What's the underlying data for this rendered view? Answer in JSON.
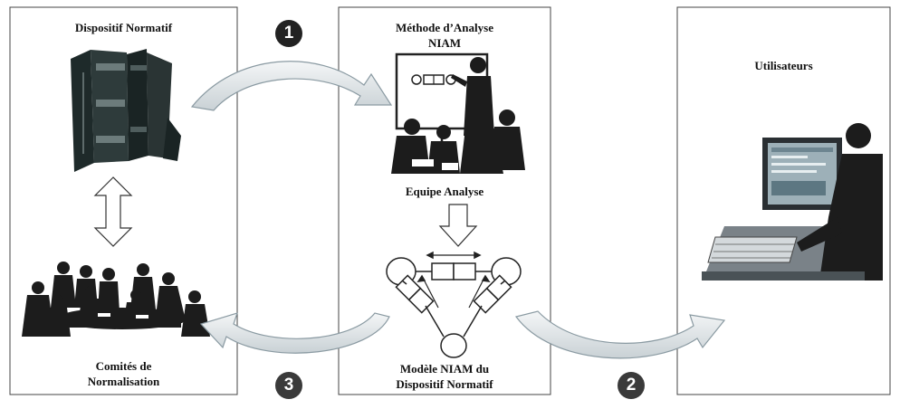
{
  "panels": {
    "left": {
      "title": "Dispositif Normatif",
      "bottom_label": "Comités de\nNormalisation"
    },
    "middle": {
      "title": "Méthode d’Analyse\nNIAM",
      "team_label": "Equipe Analyse",
      "bottom_label": "Modèle NIAM du\nDispositif Normatif"
    },
    "right": {
      "title": "Utilisateurs"
    }
  },
  "steps": {
    "step1": "1",
    "step2": "2",
    "step3": "3"
  },
  "colors": {
    "badge_dark": "#222222",
    "badge_mid": "#3a3a3a",
    "arrow_fill": "#e8ecee",
    "arrow_stroke": "#8a9aa2",
    "panel_border": "#444444"
  }
}
